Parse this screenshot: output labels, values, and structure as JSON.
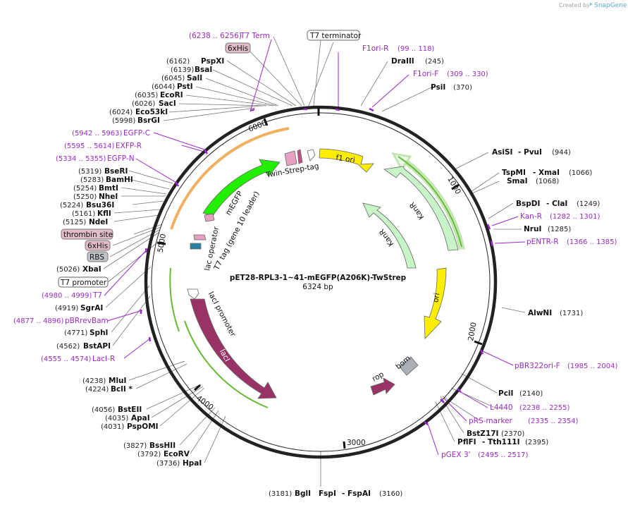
{
  "brand": {
    "created_by": "Created by",
    "name": "SnapGene"
  },
  "plasmid": {
    "name": "pET28-RPL3-1~41-mEGFP(A206K)-TwStrep",
    "size": "6324 bp"
  },
  "ticks": [
    "1000",
    "2000",
    "3000",
    "4000",
    "5000",
    "6000"
  ],
  "colors": {
    "yellow": "#ffee00",
    "mint": "#c8f5c8",
    "green": "#22ee00",
    "maroon": "#993366",
    "grey": "#aab0b5",
    "primer": "#9a2ac8",
    "orange": "#f0b060"
  },
  "features": {
    "f1_ori": "f1 ori",
    "kanr_a": "KanR",
    "kanr_b": "KanR",
    "ori": "ori",
    "bom": "bom",
    "rop": "rop",
    "laci": "lacI",
    "laci_promoter": "lacI promoter",
    "megfp": "mEGFP",
    "twin_strep": "Twin-Strep-tag",
    "lac_operator": "lac operator",
    "t7_tag": "T7 tag (gene 10 leader)"
  },
  "boxed": {
    "t7_terminator": "T7 terminator",
    "t7_promoter": "T7 promoter",
    "his_top": "6xHis",
    "his_left": "6xHis",
    "thrombin": "thrombin site",
    "rbs": "RBS"
  },
  "right_labels": [
    {
      "enzyme": "DraIII",
      "pos": "(245)"
    },
    {
      "enzyme": "PsiI",
      "pos": "(370)"
    },
    {
      "enzyme": "AsiSI",
      "sep": "- PvuI",
      "pos": "(944)"
    },
    {
      "enzyme": "TspMI",
      "sep": "- XmaI",
      "pos": "(1066)"
    },
    {
      "enzyme": "SmaI",
      "pos": "(1068)"
    },
    {
      "enzyme": "BspDI",
      "sep": "- ClaI",
      "pos": "(1249)"
    },
    {
      "enzyme": "NruI",
      "pos": "(1285)"
    },
    {
      "enzyme": "AlwNI",
      "pos": "(1731)"
    },
    {
      "enzyme": "PciI",
      "pos": "(2140)"
    },
    {
      "enzyme": "BstZ17I",
      "pos": "(2370)"
    },
    {
      "enzyme": "PflFI",
      "sep": "- Tth111I",
      "pos": "(2395)"
    }
  ],
  "right_primers": [
    {
      "name": "F1ori-R",
      "pos": "(99 .. 118)"
    },
    {
      "name": "F1ori-F",
      "pos": "(309 .. 330)"
    },
    {
      "name": "Kan-R",
      "pos": "(1282 .. 1301)"
    },
    {
      "name": "pENTR-R",
      "pos": "(1366 .. 1385)"
    },
    {
      "name": "pBR322ori-F",
      "pos": "(1985 .. 2004)"
    },
    {
      "name": "L4440",
      "pos": "(2238 .. 2255)"
    },
    {
      "name": "pRS-marker",
      "pos": "(2335 .. 2354)"
    },
    {
      "name": "pGEX 3'",
      "pos": "(2495 .. 2517)"
    }
  ],
  "top_left_primer": {
    "pos": "(6238 .. 6256)",
    "name": "T7 Term"
  },
  "left_labels": [
    {
      "pos": "(6162)",
      "enzyme": "PspXI"
    },
    {
      "pos": "(6139)",
      "enzyme": "BsaI"
    },
    {
      "pos": "(6045)",
      "enzyme": "SalI"
    },
    {
      "pos": "(6044)",
      "enzyme": "PstI"
    },
    {
      "pos": "(6035)",
      "enzyme": "EcoRI"
    },
    {
      "pos": "(6026)",
      "enzyme": "SacI"
    },
    {
      "pos": "(6024)",
      "enzyme": "Eco53kI"
    },
    {
      "pos": "(5998)",
      "enzyme": "BsrGI"
    },
    {
      "pos": "(5319)",
      "enzyme": "BseRI"
    },
    {
      "pos": "(5283)",
      "enzyme": "BamHI"
    },
    {
      "pos": "(5254)",
      "enzyme": "BmtI"
    },
    {
      "pos": "(5250)",
      "enzyme": "NheI"
    },
    {
      "pos": "(5224)",
      "enzyme": "Bsu36I"
    },
    {
      "pos": "(5161)",
      "enzyme": "KflI"
    },
    {
      "pos": "(5125)",
      "enzyme": "NdeI"
    },
    {
      "pos": "(5026)",
      "enzyme": "XbaI"
    },
    {
      "pos": "(4919)",
      "enzyme": "SgrAI"
    },
    {
      "pos": "(4771)",
      "enzyme": "SphI"
    },
    {
      "pos": "(4562)",
      "enzyme": "BstAPI"
    },
    {
      "pos": "(4238)",
      "enzyme": "MluI"
    },
    {
      "pos": "(4224)",
      "enzyme": "BclI *"
    },
    {
      "pos": "(4056)",
      "enzyme": "BstEII"
    },
    {
      "pos": "(4035)",
      "enzyme": "ApaI"
    },
    {
      "pos": "(4031)",
      "enzyme": "PspOMI"
    },
    {
      "pos": "(3827)",
      "enzyme": "BssHII"
    },
    {
      "pos": "(3792)",
      "enzyme": "EcoRV"
    },
    {
      "pos": "(3736)",
      "enzyme": "HpaI"
    }
  ],
  "left_primers": [
    {
      "pos": "(5942 .. 5963)",
      "name": "EGFP-C"
    },
    {
      "pos": "(5595 .. 5614)",
      "name": "EXFP-R"
    },
    {
      "pos": "(5334 .. 5355)",
      "name": "EGFP-N"
    },
    {
      "pos": "(4980 .. 4999)",
      "name": "T7"
    },
    {
      "pos": "(4877 .. 4896)",
      "name": "pBRrevBam"
    },
    {
      "pos": "(4555 .. 4574)",
      "name": "LacI-R"
    }
  ],
  "bottom_label": {
    "pos_a": "(3181)",
    "a": "BglI",
    "b": "FspI",
    "sep": "- FspAI",
    "pos_b": "(3160)"
  }
}
